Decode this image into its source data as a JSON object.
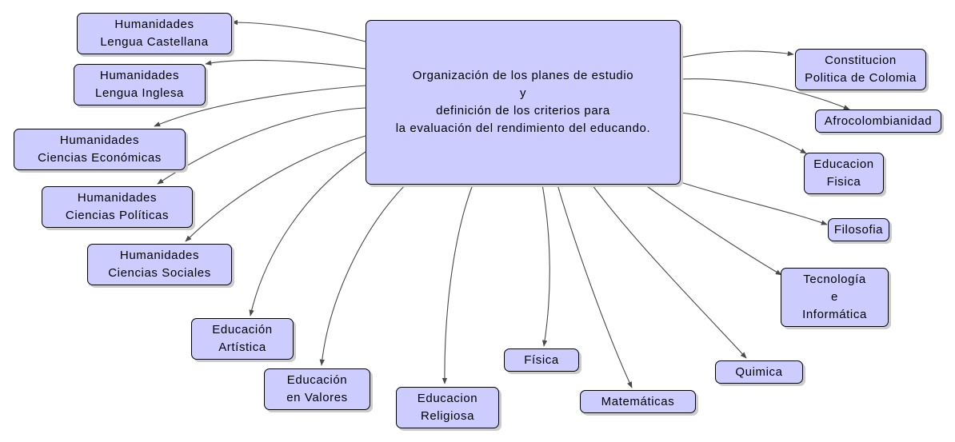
{
  "colors": {
    "node_fill": "#ccccff",
    "node_border": "#000000",
    "edge": "#4a4a4a"
  },
  "center": {
    "lines": [
      "Organización de los planes de estudio",
      "y",
      "definición de los criterios para",
      "la evaluación del rendimiento del educando."
    ]
  },
  "nodes": [
    {
      "id": "hum-lengua-castellana",
      "lines": [
        "Humanidades",
        "Lengua Castellana"
      ]
    },
    {
      "id": "hum-lengua-inglesa",
      "lines": [
        "Humanidades",
        "Lengua Inglesa"
      ]
    },
    {
      "id": "hum-ciencias-economicas",
      "lines": [
        "Humanidades",
        "Ciencias Económicas"
      ]
    },
    {
      "id": "hum-ciencias-politicas",
      "lines": [
        "Humanidades",
        "Ciencias Políticas"
      ]
    },
    {
      "id": "hum-ciencias-sociales",
      "lines": [
        "Humanidades",
        "Ciencias Sociales"
      ]
    },
    {
      "id": "educacion-artistica",
      "lines": [
        "Educación",
        "Artística"
      ]
    },
    {
      "id": "educacion-en-valores",
      "lines": [
        "Educación",
        "en Valores"
      ]
    },
    {
      "id": "educacion-religiosa",
      "lines": [
        "Educacion",
        "Religiosa"
      ]
    },
    {
      "id": "fisica",
      "lines": [
        "Física"
      ]
    },
    {
      "id": "matematicas",
      "lines": [
        "Matemáticas"
      ]
    },
    {
      "id": "quimica",
      "lines": [
        "Quimica"
      ]
    },
    {
      "id": "tecnologia-informatica",
      "lines": [
        "Tecnología",
        "e",
        "Informática"
      ]
    },
    {
      "id": "filosofia",
      "lines": [
        "Filosofia"
      ]
    },
    {
      "id": "educacion-fisica",
      "lines": [
        "Educacion",
        "Fisica"
      ]
    },
    {
      "id": "afrocolombianidad",
      "lines": [
        "Afrocolombianidad"
      ]
    },
    {
      "id": "constitucion-politica",
      "lines": [
        "Constitucion",
        "Politica de Colomia"
      ]
    }
  ]
}
